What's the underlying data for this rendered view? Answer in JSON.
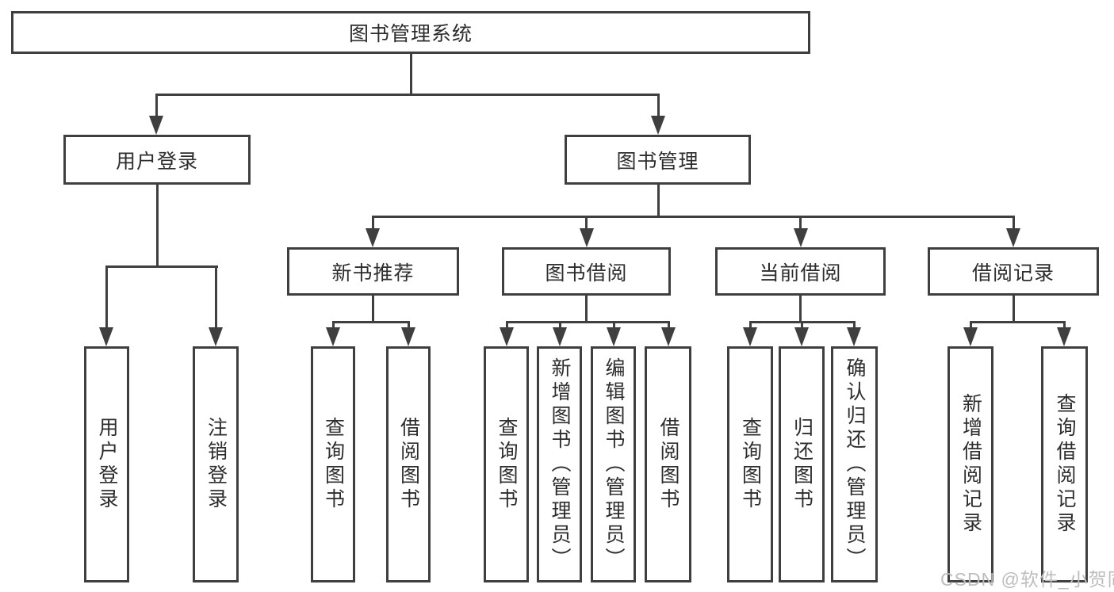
{
  "tree": {
    "label": "图书管理系统",
    "children": [
      {
        "label": "用户登录",
        "children": [
          {
            "label": "用户登录"
          },
          {
            "label": "注销登录"
          }
        ]
      },
      {
        "label": "图书管理",
        "children": [
          {
            "label": "新书推荐",
            "children": [
              {
                "label": "查询图书"
              },
              {
                "label": "借阅图书"
              }
            ]
          },
          {
            "label": "图书借阅",
            "children": [
              {
                "label": "查询图书"
              },
              {
                "label": "新增图书（管理员）"
              },
              {
                "label": "编辑图书（管理员）"
              },
              {
                "label": "借阅图书"
              }
            ]
          },
          {
            "label": "当前借阅",
            "children": [
              {
                "label": "查询图书"
              },
              {
                "label": "归还图书"
              },
              {
                "label": "确认归还（管理员）"
              }
            ]
          },
          {
            "label": "借阅记录",
            "children": [
              {
                "label": "新增借阅记录"
              },
              {
                "label": "查询借阅记录"
              }
            ]
          }
        ]
      }
    ]
  },
  "watermark": {
    "text": "CSDN @软件_小贺同学"
  },
  "colors": {
    "line": "#3f3f3f",
    "text": "#2d2d2d",
    "watermark": "#bdbdbd",
    "background": "#ffffff"
  }
}
